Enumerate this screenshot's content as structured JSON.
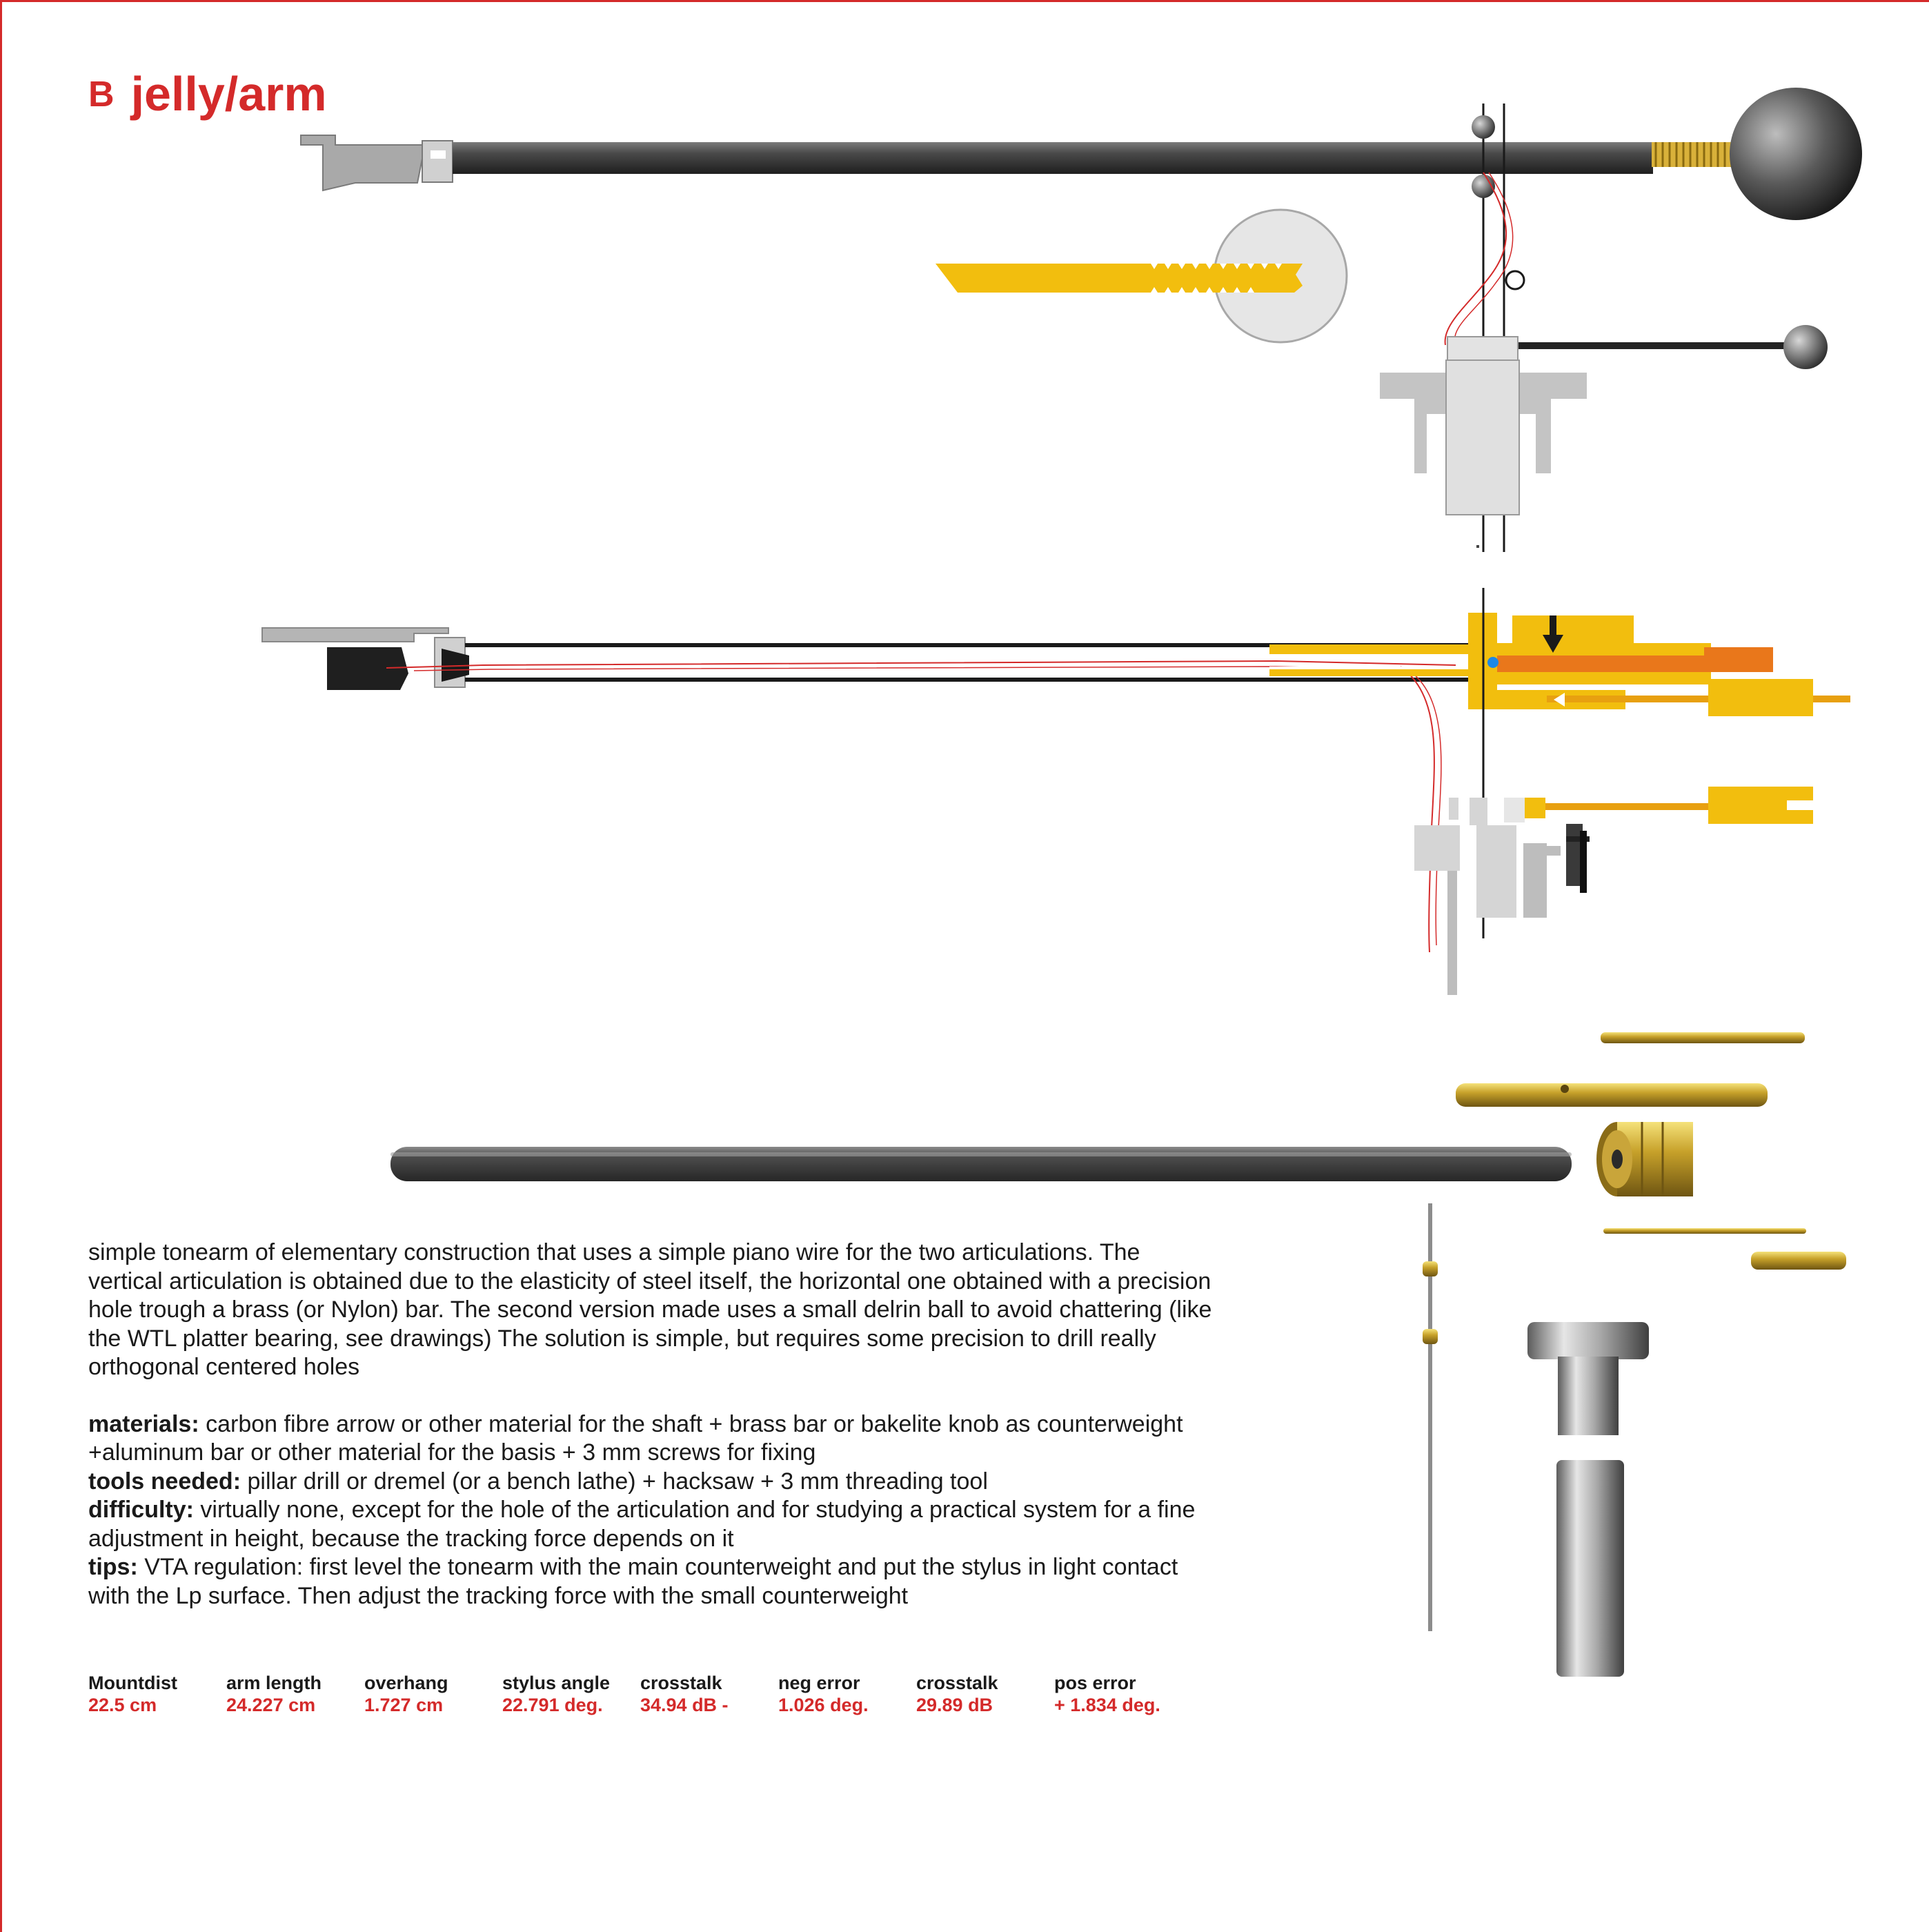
{
  "title": {
    "letter": "B",
    "name": "jelly/arm"
  },
  "description": {
    "intro": "simple tonearm of elementary construction that uses a simple piano wire for the two articulations. The vertical articulation is obtained due to the elasticity of steel itself, the horizontal one obtained with a precision hole trough a brass (or Nylon) bar. The second version made uses a small delrin ball to avoid chattering (like the WTL platter bearing, see  drawings) The solution is simple, but requires some precision to drill really orthogonal centered holes",
    "materials_label": "materials:",
    "materials_text": " carbon fibre arrow or other material for the shaft + brass bar or bakelite knob as counterweight +aluminum bar or other material for the basis + 3 mm screws for fixing",
    "tools_label": "tools needed:",
    "tools_text": " pillar drill or dremel (or a bench lathe) + hacksaw  + 3 mm threading tool",
    "difficulty_label": "difficulty:",
    "difficulty_text": " virtually none, except for the hole of the articulation and for studying a practical system for a fine adjustment in height, because the tracking force depends on it",
    "tips_label": "tips:",
    "tips_text": "  VTA regulation: first level  the tonearm with the main counterweight and put the stylus in light contact with the Lp surface. Then adjust the tracking force with the small counterweight"
  },
  "specs": [
    {
      "label": "Mountdist",
      "value": "22.5 cm"
    },
    {
      "label": "arm length",
      "value": "24.227 cm"
    },
    {
      "label": "overhang",
      "value": "1.727 cm"
    },
    {
      "label": "stylus angle",
      "value": "22.791 deg."
    },
    {
      "label": "crosstalk",
      "value": "34.94 dB -"
    },
    {
      "label": "neg error",
      "value": "1.026 deg."
    },
    {
      "label": "crosstalk",
      "value": "29.89 dB"
    },
    {
      "label": "pos error",
      "value": "+ 1.834 deg."
    }
  ],
  "colors": {
    "accent_red": "#d42a2a",
    "brass_yellow": "#f2be0e",
    "orange": "#e9771b",
    "grey_part": "#c4c4c4",
    "shaft_dark": "#3a3a3a"
  }
}
